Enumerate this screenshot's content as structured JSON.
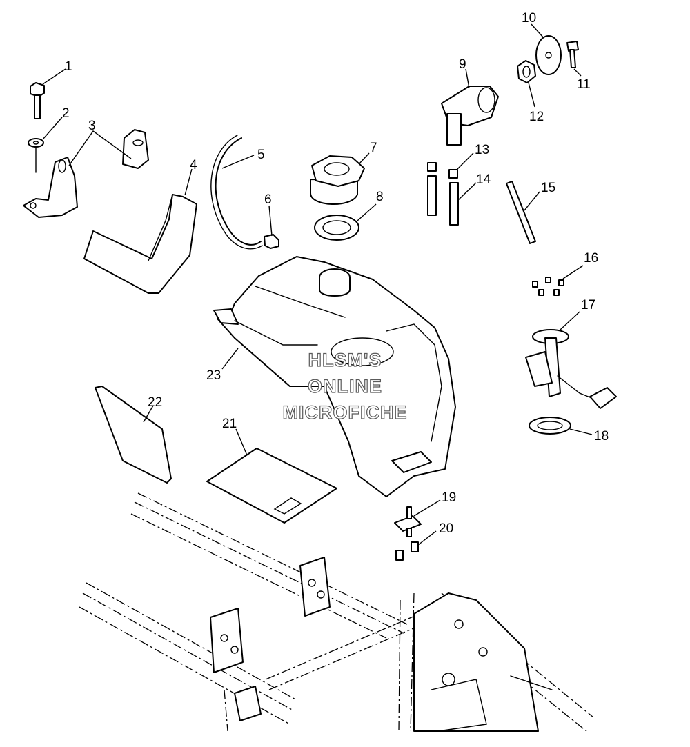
{
  "diagram": {
    "callouts": [
      "1",
      "2",
      "3",
      "4",
      "5",
      "6",
      "7",
      "8",
      "9",
      "10",
      "11",
      "12",
      "13",
      "14",
      "15",
      "16",
      "17",
      "18",
      "19",
      "20",
      "21",
      "22",
      "23"
    ],
    "watermark": [
      "HLSM'S",
      "ONLINE",
      "MICROFICHE"
    ]
  }
}
